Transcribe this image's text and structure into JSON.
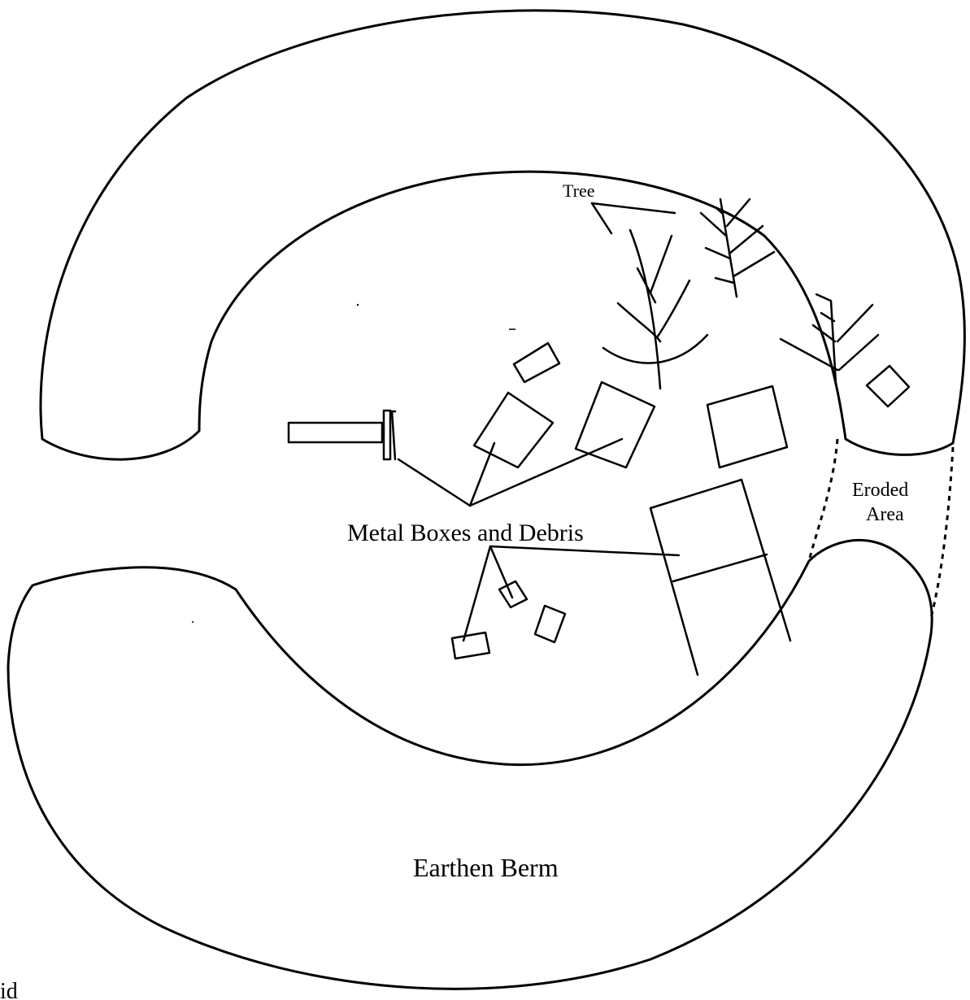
{
  "labels": {
    "tree": "Tree",
    "metal_boxes": "Metal Boxes and Debris",
    "eroded_line1": "Eroded",
    "eroded_line2": "Area",
    "berm": "Earthen Berm",
    "corner_fragment": "id"
  },
  "colors": {
    "ink": "#000000",
    "paper": "#ffffff"
  }
}
